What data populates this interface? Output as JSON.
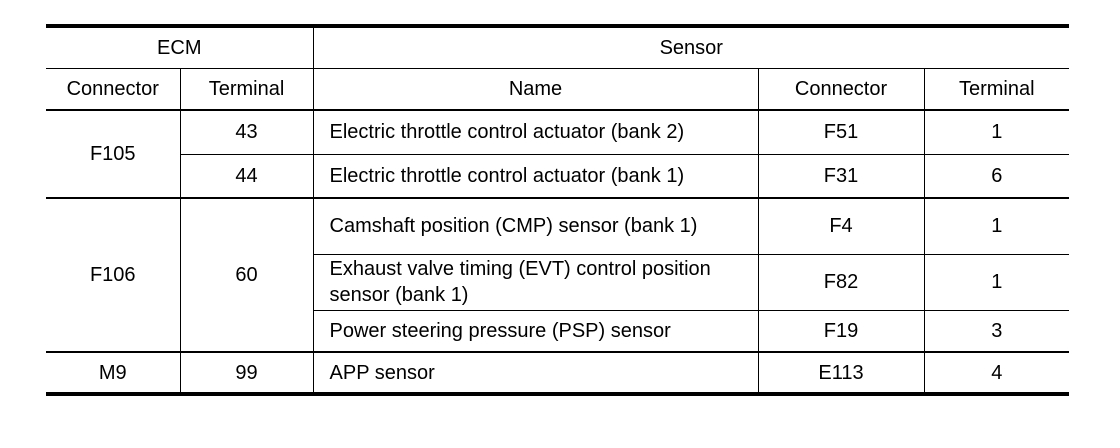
{
  "header": {
    "ecm": "ECM",
    "sensor": "Sensor",
    "connector": "Connector",
    "terminal": "Terminal",
    "name": "Name",
    "sensor_connector": "Connector",
    "sensor_terminal": "Terminal"
  },
  "rows": [
    {
      "ecm_connector": "F105",
      "ecm_terminal": "43",
      "name": "Electric throttle control actuator (bank 2)",
      "connector": "F51",
      "terminal": "1"
    },
    {
      "ecm_terminal": "44",
      "name": "Electric throttle control actuator (bank 1)",
      "connector": "F31",
      "terminal": "6"
    },
    {
      "ecm_connector": "F106",
      "ecm_terminal": "60",
      "name": "Camshaft position (CMP) sensor (bank 1)",
      "connector": "F4",
      "terminal": "1"
    },
    {
      "name": "Exhaust valve timing (EVT) control position sensor (bank 1)",
      "connector": "F82",
      "terminal": "1"
    },
    {
      "name": "Power steering pressure (PSP) sensor",
      "connector": "F19",
      "terminal": "3"
    },
    {
      "ecm_connector": "M9",
      "ecm_terminal": "99",
      "name": "APP sensor",
      "connector": "E113",
      "terminal": "4"
    }
  ]
}
